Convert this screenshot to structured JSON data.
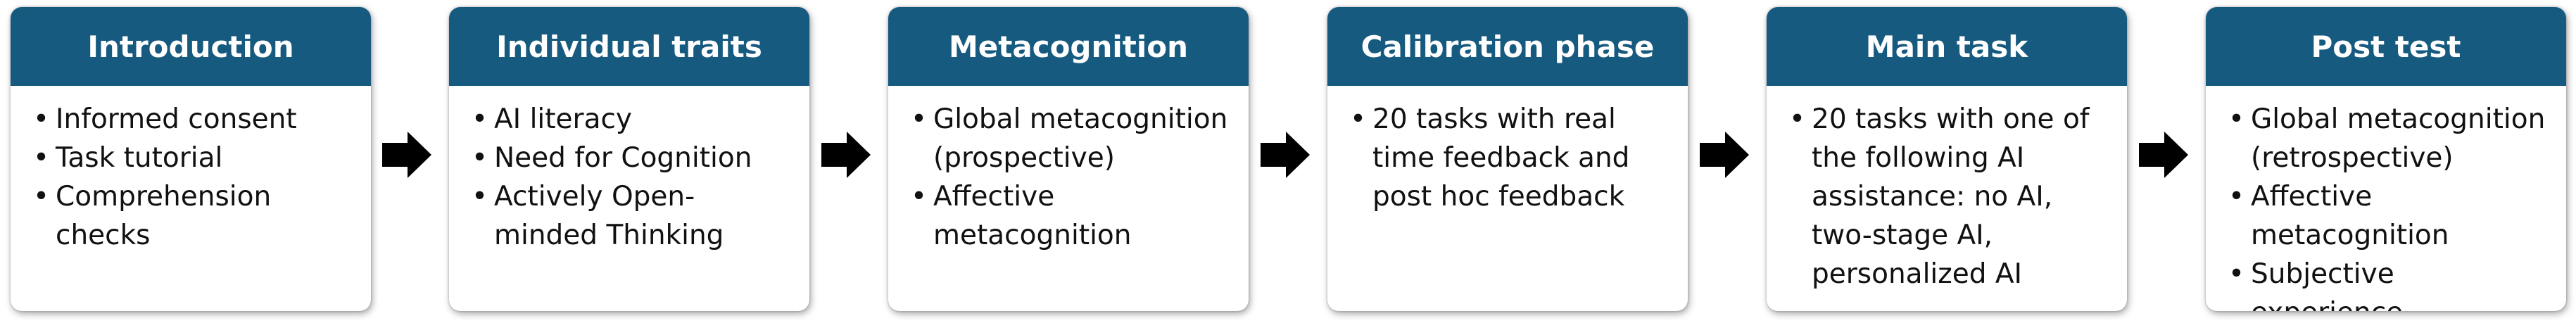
{
  "steps": [
    {
      "title": "Introduction",
      "items": [
        "Informed consent",
        "Task tutorial",
        "Comprehension checks"
      ]
    },
    {
      "title": "Individual traits",
      "items": [
        "AI literacy",
        "Need for Cognition",
        "Actively Open-minded Thinking"
      ]
    },
    {
      "title": "Metacognition",
      "items": [
        "Global metacognition (prospective)",
        "Affective metacognition"
      ]
    },
    {
      "title": "Calibration phase",
      "items": [
        "20 tasks with real time feedback and post hoc feedback"
      ]
    },
    {
      "title": "Main task",
      "items": [
        "20 tasks with one of the following AI assistance: no AI, two-stage AI, personalized AI"
      ]
    },
    {
      "title": "Post test",
      "items": [
        "Global metacognition (retrospective)",
        "Affective metacognition",
        "Subjective experience"
      ]
    }
  ],
  "colors": {
    "header_bg": "#175a80",
    "header_text": "#ffffff",
    "arrow": "#000000"
  },
  "icons": {
    "connector": "right-arrow-icon"
  }
}
